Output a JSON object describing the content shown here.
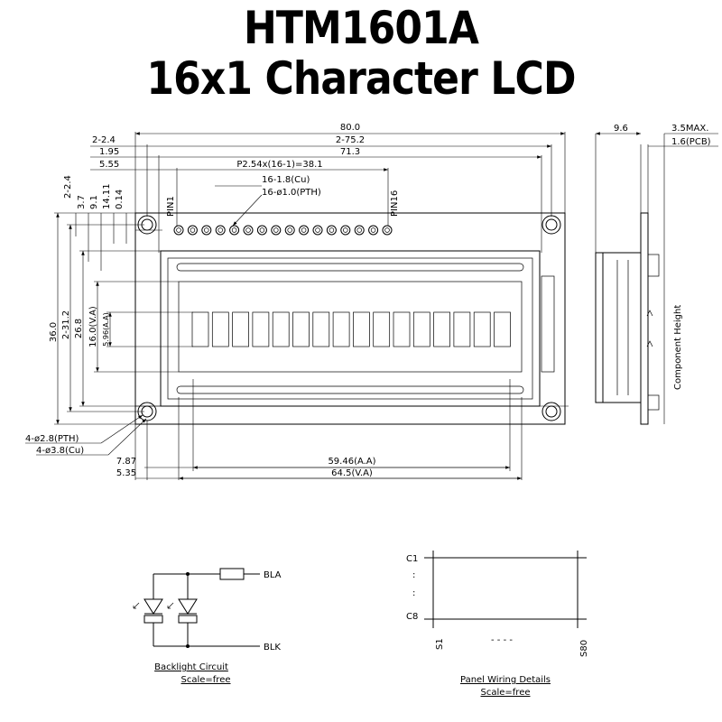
{
  "title": {
    "line1": "HTM1601A",
    "line2": "16x1 Character LCD"
  },
  "dims_top": {
    "d80": "80.0",
    "d75": "2-75.2",
    "d71": "71.3",
    "d24": "2-2.4",
    "d195": "1.95",
    "d555": "5.55",
    "pitch": "P2.54x(16-1)=38.1",
    "cu": "16-1.8(Cu)",
    "pth": "16-ø1.0(PTH)"
  },
  "pins": {
    "first": "PIN1",
    "last": "PIN16"
  },
  "dims_left": {
    "d24": "2-2.4",
    "d37": "3.7",
    "d91": "9.1",
    "d1411": "14.11",
    "d014": "0.14",
    "d360": "36.0",
    "d312": "2-31.2",
    "d268": "26.8",
    "d160": "16.0(V.A)",
    "d596": "5.96(A.A)"
  },
  "holes": {
    "pth": "4-ø2.8(PTH)",
    "cu": "4-ø3.8(Cu)"
  },
  "dims_bottom": {
    "d787": "7.87",
    "d535": "5.35",
    "aa": "59.46(A.A)",
    "va": "64.5(V.A)"
  },
  "side": {
    "d96": "9.6",
    "max": "3.5MAX.",
    "pcb": "1.6(PCB)",
    "height": "Component Height"
  },
  "backlight": {
    "bla": "BLA",
    "blk": "BLK",
    "caption": "Backlight Circuit",
    "scale": "Scale=free"
  },
  "wiring": {
    "c1": "C1",
    "c8": "C8",
    "s1": "S1",
    "s80": "S80",
    "dots": "- - - -",
    "colon1": ":",
    "colon2": ":",
    "caption": "Panel Wiring Details",
    "scale": "Scale=free"
  }
}
